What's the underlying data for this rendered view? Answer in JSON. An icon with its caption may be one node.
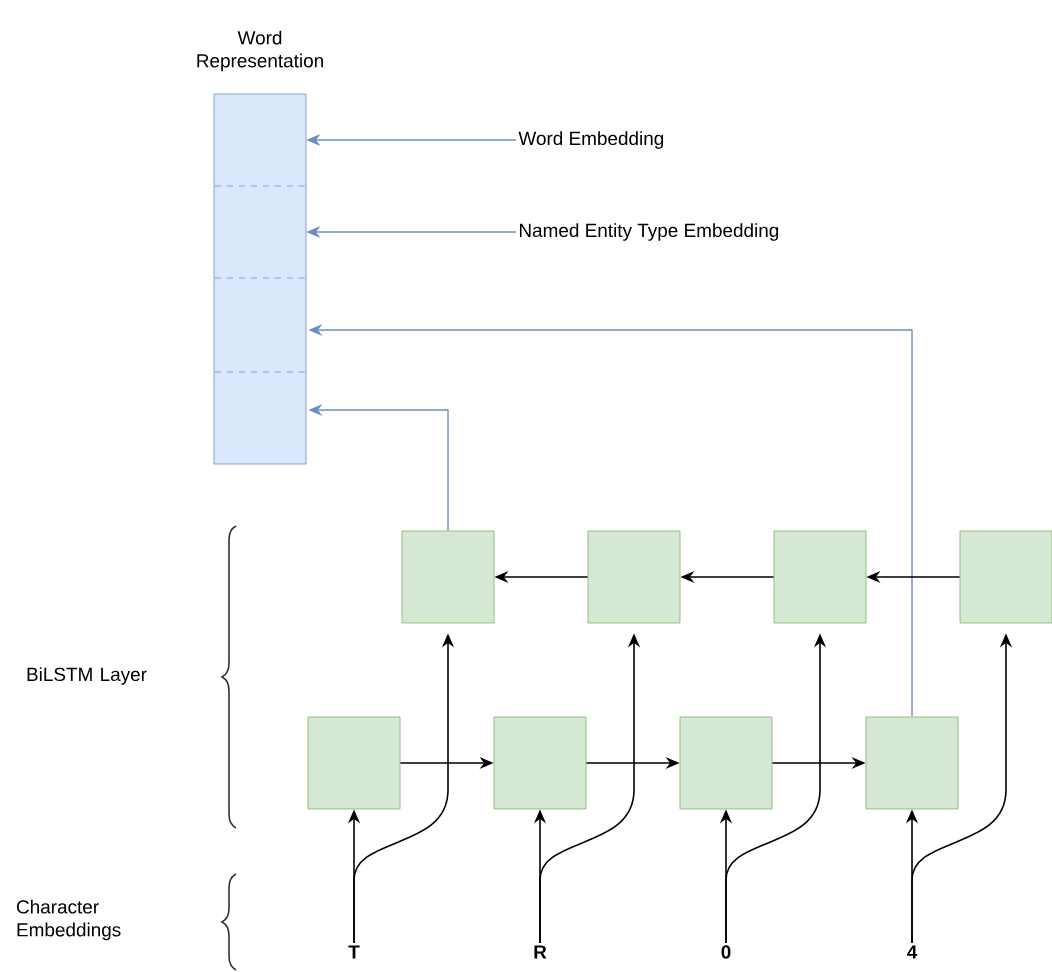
{
  "diagram": {
    "nodes": [
      {
        "text": [
          "Word Representation"
        ]
      },
      {
        "text": [
          "Word Embedding"
        ]
      },
      {
        "text": [
          "Named Entity Type Embedding"
        ]
      },
      {
        "text": [],
        "shape": "box"
      },
      {
        "text": [],
        "shape": "box"
      },
      {
        "text": [],
        "shape": "box"
      },
      {
        "text": [],
        "shape": "box"
      },
      {
        "text": [],
        "shape": "box"
      },
      {
        "text": [],
        "shape": "box"
      },
      {
        "text": [],
        "shape": "box"
      },
      {
        "text": [],
        "shape": "box"
      },
      {
        "text": [
          "T"
        ]
      },
      {
        "text": [
          "R"
        ]
      },
      {
        "text": [
          "0"
        ]
      },
      {
        "text": [
          "4"
        ]
      }
    ],
    "edges": [
      {
        "from": 1,
        "to": 0,
        "arrow": "to",
        "color": "#6c8ebf"
      },
      {
        "from": 2,
        "to": 0,
        "arrow": "to",
        "color": "#6c8ebf"
      },
      {
        "from": 3,
        "to": 0,
        "arrow": "to",
        "color": "#6c8ebf"
      },
      {
        "from": 10,
        "to": 0,
        "arrow": "to",
        "color": "#6c8ebf"
      },
      {
        "from": 6,
        "to": 5,
        "arrow": "to"
      },
      {
        "from": 5,
        "to": 4,
        "arrow": "to"
      },
      {
        "from": 4,
        "to": 3,
        "arrow": "to"
      },
      {
        "from": 7,
        "to": 8,
        "arrow": "to"
      },
      {
        "from": 8,
        "to": 9,
        "arrow": "to"
      },
      {
        "from": 9,
        "to": 10,
        "arrow": "to"
      },
      {
        "from": 11,
        "to": 7,
        "arrow": "to"
      },
      {
        "from": 12,
        "to": 8,
        "arrow": "to"
      },
      {
        "from": 13,
        "to": 9,
        "arrow": "to"
      },
      {
        "from": 14,
        "to": 10,
        "arrow": "to"
      },
      {
        "from": 11,
        "to": 3,
        "arrow": "to"
      },
      {
        "from": 12,
        "to": 4,
        "arrow": "to"
      },
      {
        "from": 13,
        "to": 5,
        "arrow": "to"
      },
      {
        "from": 14,
        "to": 6,
        "arrow": "to"
      }
    ],
    "labels": [
      "BiLSTM Layer",
      "Character Embeddings"
    ]
  }
}
